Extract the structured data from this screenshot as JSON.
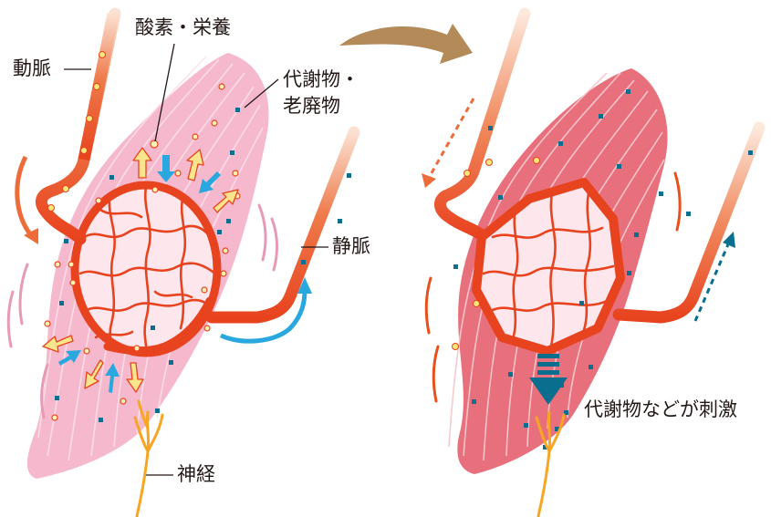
{
  "labels": {
    "artery": "動脈",
    "oxygen_nutrients": "酸素・栄養",
    "metabolites_line1": "代謝物・",
    "metabolites_line2": "老廃物",
    "vein": "静脈",
    "nerve": "神経",
    "stimulus": "代謝物などが刺激"
  },
  "colors": {
    "muscle_relaxed": "#f5b8cd",
    "muscle_contracted": "#e86f7c",
    "vessel": "#e8431f",
    "vessel_fade": "#f6c9b0",
    "nutrient_dot": "#f9e77a",
    "nutrient_arrow": "#fbe58c",
    "metabolite_arrow": "#29a8e0",
    "metabolite_square": "#0a6e8f",
    "transition_arrow": "#b48a58",
    "nerve": "#f6a623",
    "tremor": "#e79ab8",
    "tremor_contracted": "#e8501c"
  },
  "icons": [
    "transition-arrow-icon",
    "stimulus-arrow-icon"
  ]
}
